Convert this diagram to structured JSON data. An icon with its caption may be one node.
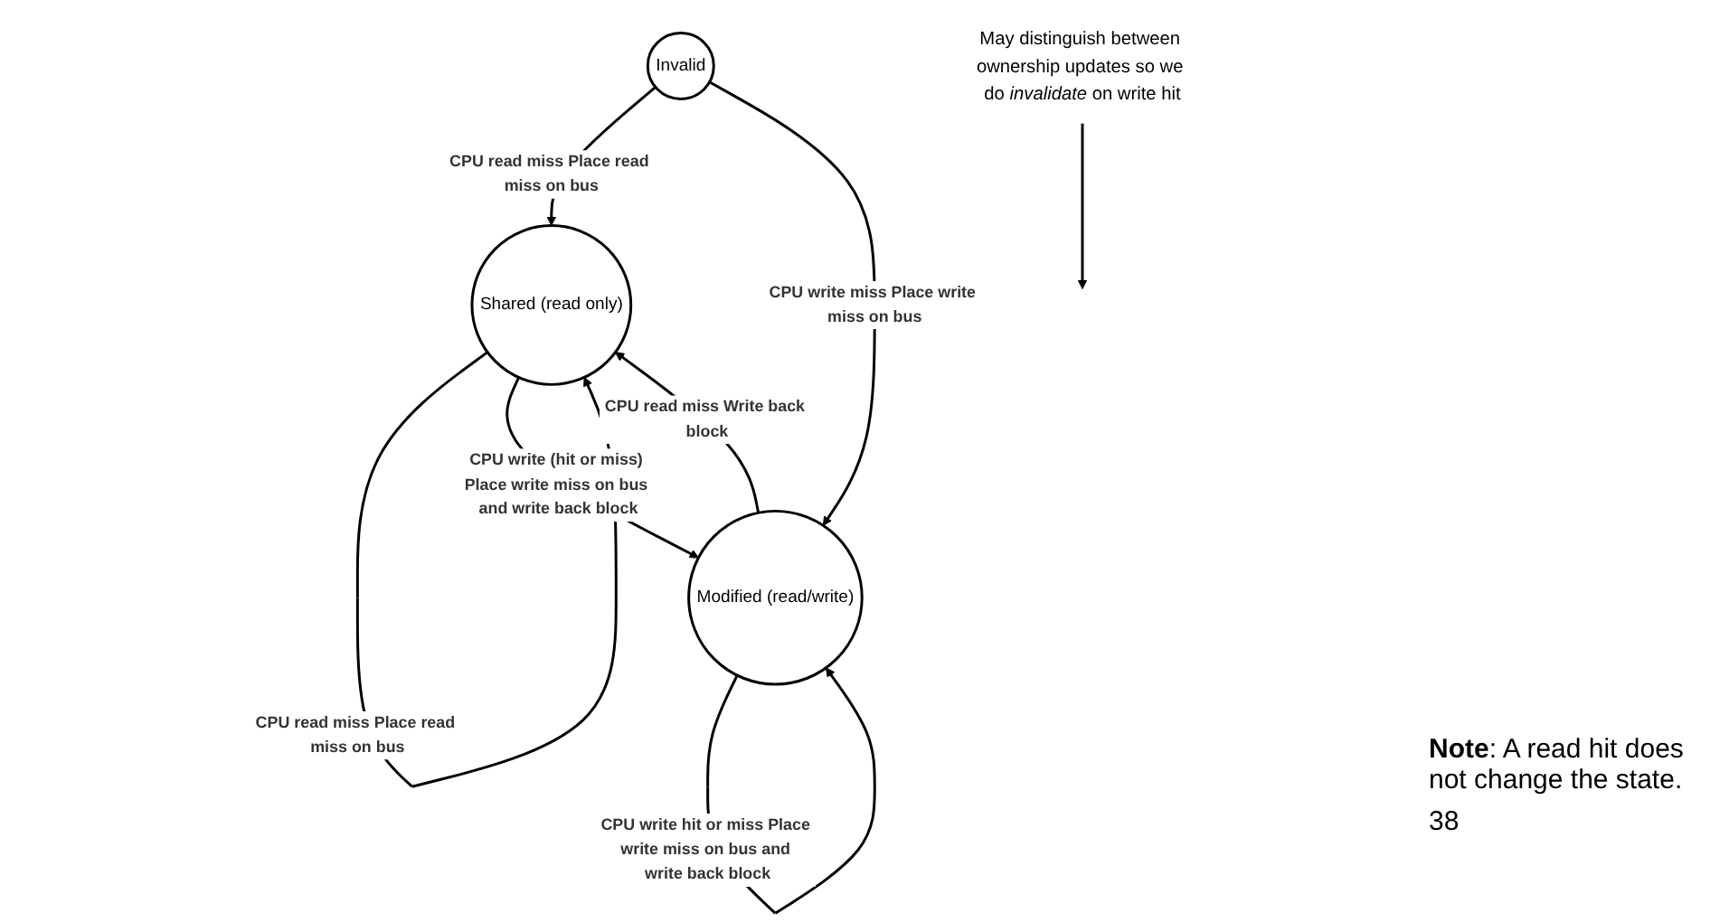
{
  "diagram": {
    "nodes": [
      {
        "text": [
          "Invalid"
        ]
      },
      {
        "text": [
          "Shared (read only)"
        ]
      },
      {
        "text": [
          "Modified (read/write)"
        ]
      },
      {
        "text": [
          "May distinguish between ownership updates so we do *invalidate* on write hit"
        ]
      }
    ],
    "edges": [
      {
        "from": 0,
        "to": 1,
        "arrow": "to",
        "label": "CPU read miss Place read miss on bus"
      },
      {
        "from": 1,
        "to": 1,
        "arrow": "to",
        "label": "CPU read miss Place read miss on bus"
      },
      {
        "from": 0,
        "to": 2,
        "arrow": "to",
        "label": "CPU write miss Place write miss on bus"
      },
      {
        "from": 2,
        "to": 1,
        "arrow": "to",
        "label": "CPU read miss Write back block"
      },
      {
        "from": 1,
        "to": 2,
        "arrow": "to",
        "label": "CPU write (hit or miss) Place write miss on bus and write back block"
      },
      {
        "from": 2,
        "to": 2,
        "arrow": "to",
        "label": "CPU write hit or miss Place write miss on bus and write back block"
      },
      {
        "from": 3,
        "to": null,
        "arrow": "to"
      }
    ],
    "labels": [
      "**Note**: A read hit does not change the state.",
      "38"
    ]
  }
}
